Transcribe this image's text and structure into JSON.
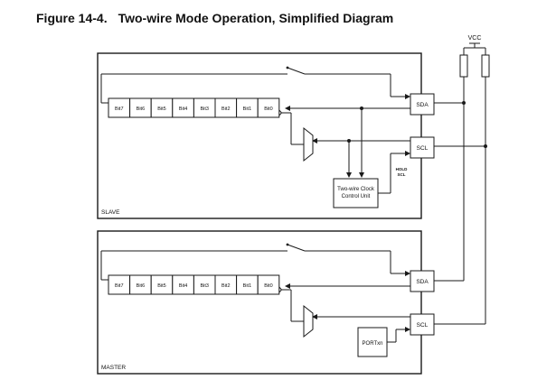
{
  "figure": {
    "number": "Figure 14-4.",
    "caption": "Two-wire Mode Operation, Simplified Diagram"
  },
  "supply": {
    "label": "VCC"
  },
  "slave": {
    "label": "SLAVE",
    "bits": [
      "Bit7",
      "Bit6",
      "Bit5",
      "Bit4",
      "Bit3",
      "Bit2",
      "Bit1",
      "Bit0"
    ],
    "sda_label": "SDA",
    "scl_label": "SCL",
    "clock_unit_line1": "Two-wire Clock",
    "clock_unit_line2": "Control Unit",
    "hold_line1": "HOLD",
    "hold_line2": "SCL"
  },
  "master": {
    "label": "MASTER",
    "bits": [
      "Bit7",
      "Bit6",
      "Bit5",
      "Bit4",
      "Bit3",
      "Bit2",
      "Bit1",
      "Bit0"
    ],
    "sda_label": "SDA",
    "scl_label": "SCL",
    "port_label": "PORTxn"
  }
}
